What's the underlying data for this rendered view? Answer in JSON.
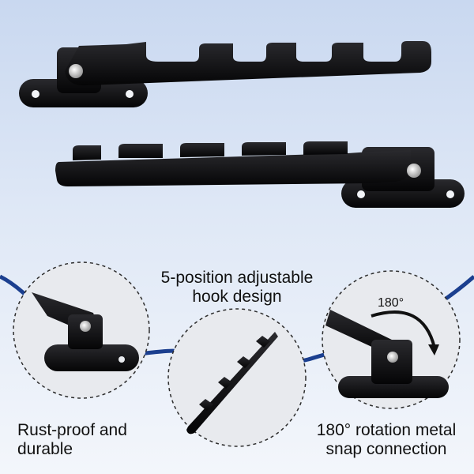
{
  "captions": {
    "left": "Rust-proof and\ndurable",
    "center": "5-position adjustable\nhook design",
    "right": "180° rotation metal\nsnap connection"
  },
  "rotation_label": "180°",
  "colors": {
    "background_top": "#c9d8f0",
    "curve": "#1b3f8f",
    "circle_fill": "#e8eaee",
    "metal": "#0d0d0f",
    "bolt": "#d8d8d8"
  },
  "product": {
    "hook_positions": 5
  }
}
